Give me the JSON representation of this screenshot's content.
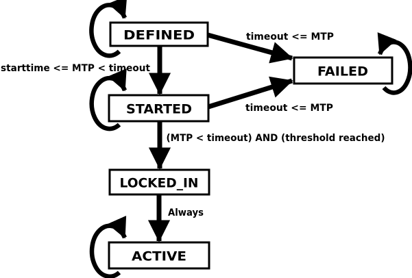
{
  "diagram": {
    "type": "state-machine",
    "background_color": "#ffffff",
    "stroke_color": "#000000",
    "node_fill_color": "#ffffff",
    "states": [
      {
        "id": "defined",
        "label": "DEFINED",
        "self_loop": true
      },
      {
        "id": "failed",
        "label": "FAILED",
        "self_loop": true
      },
      {
        "id": "started",
        "label": "STARTED",
        "self_loop": true
      },
      {
        "id": "locked_in",
        "label": "LOCKED_IN",
        "self_loop": false
      },
      {
        "id": "active",
        "label": "ACTIVE",
        "self_loop": true
      }
    ],
    "transitions": [
      {
        "from": "DEFINED",
        "to": "STARTED",
        "label": "starttime <= MTP < timeout"
      },
      {
        "from": "DEFINED",
        "to": "FAILED",
        "label": "timeout <= MTP"
      },
      {
        "from": "STARTED",
        "to": "FAILED",
        "label": "timeout <= MTP"
      },
      {
        "from": "STARTED",
        "to": "LOCKED_IN",
        "label": "(MTP < timeout) AND (threshold reached)"
      },
      {
        "from": "LOCKED_IN",
        "to": "ACTIVE",
        "label": "Always"
      }
    ]
  }
}
